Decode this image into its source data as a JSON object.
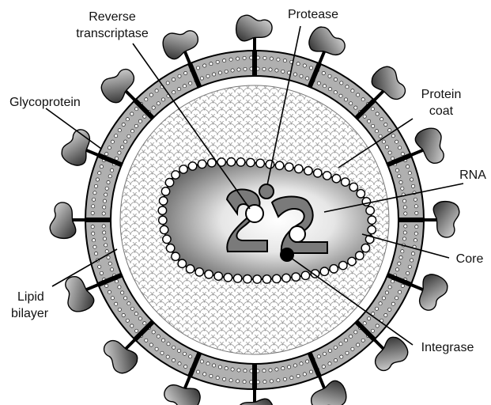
{
  "labels": {
    "reverse_transcriptase_1": "Reverse",
    "reverse_transcriptase_2": "transcriptase",
    "protease": "Protease",
    "glycoprotein": "Glycoprotein",
    "protein_coat_1": "Protein",
    "protein_coat_2": "coat",
    "rna": "RNA",
    "core": "Core",
    "lipid_bilayer_1": "Lipid",
    "lipid_bilayer_2": "bilayer",
    "integrase": "Integrase"
  },
  "colors": {
    "outline": "#000000",
    "membrane_band": "#b0b0b0",
    "core_dark": "#6a6a6a",
    "core_light": "#f4f4f4",
    "rna_strand": "#7a7a7a",
    "glycoprotein_knob": "#555555"
  },
  "structure": {
    "glycoprotein_count": 16,
    "membrane_bars": 16,
    "core_bead_count": 56
  }
}
